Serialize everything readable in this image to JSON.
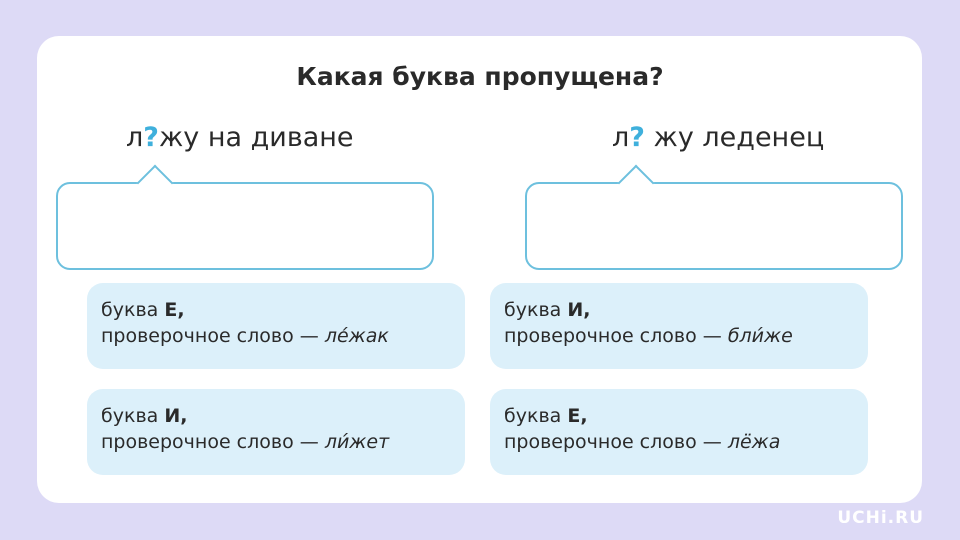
{
  "title": "Какая буква пропущена?",
  "left": {
    "phrase_start": "л",
    "phrase_mark": "?",
    "phrase_end": "жу на диване",
    "options": [
      {
        "prefix": "буква ",
        "letter": "Е",
        "comma": ",",
        "line2": "проверочное слово — ",
        "word": "ле́жак"
      },
      {
        "prefix": "буква ",
        "letter": "И",
        "comma": ",",
        "line2": "проверочное слово — ",
        "word": "ли́жет"
      }
    ]
  },
  "right": {
    "phrase_start": "л",
    "phrase_mark": "?",
    "phrase_end": " жу леденец",
    "options": [
      {
        "prefix": "буква ",
        "letter": "И",
        "comma": ",",
        "line2": "проверочное слово — ",
        "word": "бли́же"
      },
      {
        "prefix": "буква ",
        "letter": "Е",
        "comma": ",",
        "line2": "проверочное слово — ",
        "word": "лёжа"
      }
    ]
  },
  "logo": "UCHi.RU"
}
